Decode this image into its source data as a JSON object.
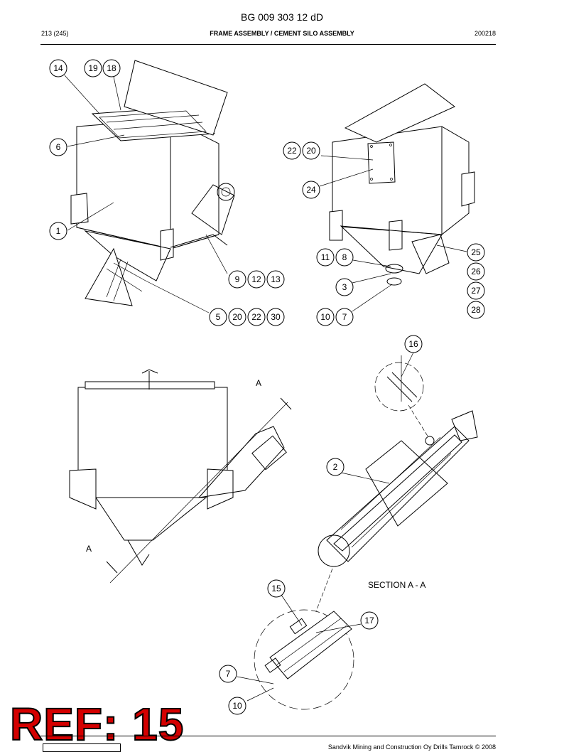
{
  "document_id": "BG 009 303 12 dD",
  "header": {
    "page": "213 (245)",
    "title": "FRAME ASSEMBLY / CEMENT SILO ASSEMBLY",
    "date": "200218"
  },
  "callouts": [
    "14",
    "19",
    "18",
    "6",
    "1",
    "9",
    "12",
    "13",
    "5",
    "20",
    "22",
    "30",
    "22",
    "20",
    "24",
    "11",
    "8",
    "25",
    "26",
    "27",
    "28",
    "3",
    "10",
    "7",
    "16",
    "2",
    "15",
    "17",
    "7",
    "10"
  ],
  "section_labels": {
    "a_top": "A",
    "a_bottom": "A",
    "section": "SECTION A - A"
  },
  "footer": "Sandvik Mining and Construction Oy Drills Tamrock © 2008",
  "ref_stamp": "REF: 15",
  "colors": {
    "ref_stamp": "#d40000"
  }
}
